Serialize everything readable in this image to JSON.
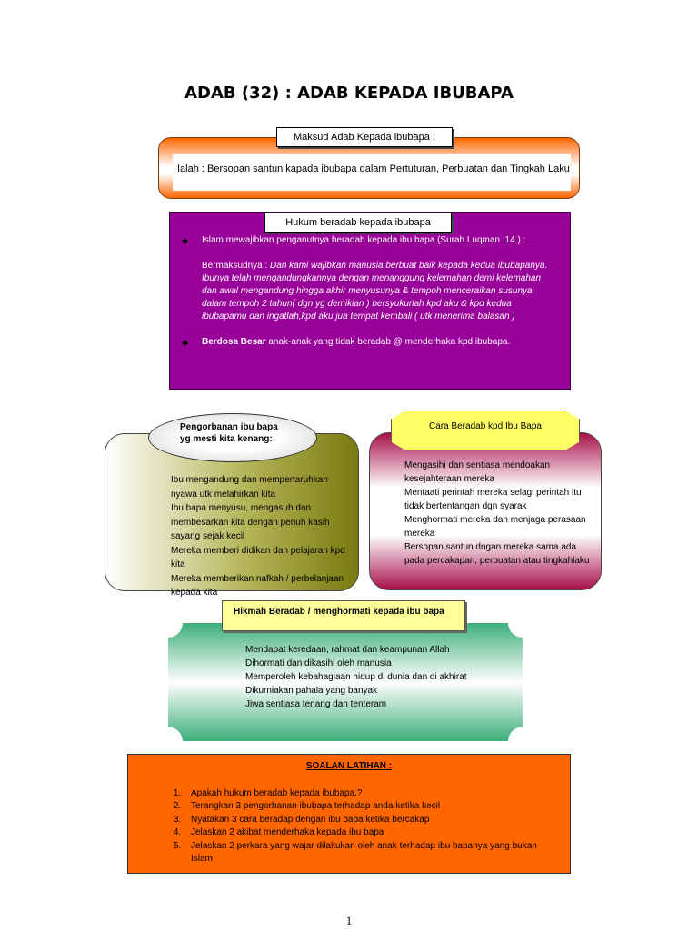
{
  "title": "ADAB (32) : ADAB KEPADA IBUBAPA",
  "maksud": {
    "label": "Maksud Adab Kepada ibubapa :",
    "prefix": "Ialah : Bersopan santun kapada ibubapa dalam ",
    "term1": "Pertuturan",
    "sep": ", ",
    "term2": "Perbuatan",
    "and": " dan ",
    "term3": "Tingkah Laku"
  },
  "hukum": {
    "label": "Hukum beradab kepada ibubapa",
    "bullet1": "Islam mewajibkan penganutnya beradab kepada ibu bapa (Surah Luqman :14 ) :",
    "bermaksud": "Bermaksudnya : ",
    "quote": "Dan kami wajibkan manusia berbuat baik kepada kedua ibubapanya. Ibunya telah mengandungkannya dengan menanggung kelemahan demi kelemahan dan awal mengandung hingga akhir menyusunya & tempoh menceraikan susunya dalam tempoh 2 tahun( dgn yg demikian ) bersyukurlah kpd aku & kpd kedua ibubapamu dan ingatlah,kpd aku jua tempat  kembali ( utk menerima balasan )",
    "bullet2_bold": "Berdosa Besar",
    "bullet2_rest": " anak-anak yang tidak beradab @ menderhaka kpd ibubapa."
  },
  "pengorbanan": {
    "label": "Pengorbanan ibu bapa yg mesti  kita kenang:",
    "items": [
      "Ibu mengandung dan mempertaruhkan nyawa utk melahirkan kita",
      "Ibu bapa menyusu,  mengasuh dan membesarkan kita dengan penuh kasih sayang sejak kecil",
      "Mereka memberi didikan dan pelajaran kpd kita",
      "Mereka memberikan  nafkah / perbelanjaan kepada kita"
    ]
  },
  "cara": {
    "label": "Cara Beradab kpd Ibu Bapa",
    "items": [
      "Mengasihi dan sentiasa mendoakan kesejahteraan mereka",
      "Mentaati perintah mereka selagi perintah itu tidak bertentangan dgn syarak",
      "Menghormati mereka dan menjaga perasaan mereka",
      "Bersopan santun dngan mereka sama ada pada percakapan,  perbuatan atau tingkahlaku"
    ]
  },
  "hikmah": {
    "label": "Hikmah Beradab / menghormati  kepada ibu bapa",
    "items": [
      "Mendapat keredaan, rahmat dan keampunan Allah",
      "Dihormati dan dikasihi oleh manusia",
      "Memperoleh kebahagiaan hidup di dunia dan di akhirat",
      "Dikurniakan pahala yang banyak",
      "Jiwa sentiasa tenang dan tenteram"
    ]
  },
  "soalan": {
    "label": "SOALAN LATIHAN :",
    "items": [
      "Apakah hukum beradab kepada ibubapa.?",
      "Terangkan  3 pengorbanan ibubapa terhadap anda ketika kecil",
      "Nyatakan 3 cara beradap dengan ibu bapa ketika bercakap",
      "Jelaskan 2 akibat menderhaka kepada ibu bapa",
      "Jelaskan 2 perkara yang wajar dilakukan oleh anak terhadap ibu bapanya yang bukan Islam"
    ]
  },
  "page_number": "1",
  "colors": {
    "orange": "#FF6600",
    "purple": "#990099",
    "olive": "#8B8B1A",
    "maroon": "#A8104A",
    "yellow": "#FFFF99",
    "green": "#3DAE7A"
  }
}
